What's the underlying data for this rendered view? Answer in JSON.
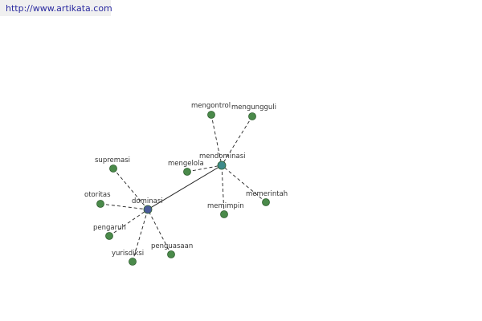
{
  "url": "http://www.artikata.com",
  "colors": {
    "leaf": "#4a8a4a",
    "leaf_stroke": "#2f5f2f",
    "hub_dominasi": "#4a5a9a",
    "hub_mendominasi": "#3e8a8a",
    "edge": "#222222"
  },
  "graph": {
    "hubs": [
      {
        "id": "dominasi",
        "label": "dominasi"
      },
      {
        "id": "mendominasi",
        "label": "mendominasi"
      }
    ],
    "leaves": [
      {
        "id": "supremasi",
        "label": "supremasi",
        "hub": "dominasi"
      },
      {
        "id": "otoritas",
        "label": "otoritas",
        "hub": "dominasi"
      },
      {
        "id": "pengaruh",
        "label": "pengaruh",
        "hub": "dominasi"
      },
      {
        "id": "yurisdiksi",
        "label": "yurisdiksi",
        "hub": "dominasi"
      },
      {
        "id": "penguasaan",
        "label": "penguasaan",
        "hub": "dominasi"
      },
      {
        "id": "mengontrol",
        "label": "mengontrol",
        "hub": "mendominasi"
      },
      {
        "id": "mengungguli",
        "label": "mengungguli",
        "hub": "mendominasi"
      },
      {
        "id": "mengelola",
        "label": "mengelola",
        "hub": "mendominasi"
      },
      {
        "id": "memerintah",
        "label": "memerintah",
        "hub": "mendominasi"
      },
      {
        "id": "memimpin",
        "label": "memimpin",
        "hub": "mendominasi"
      }
    ],
    "links": [
      {
        "from": "dominasi",
        "to": "mendominasi",
        "style": "solid"
      }
    ]
  }
}
